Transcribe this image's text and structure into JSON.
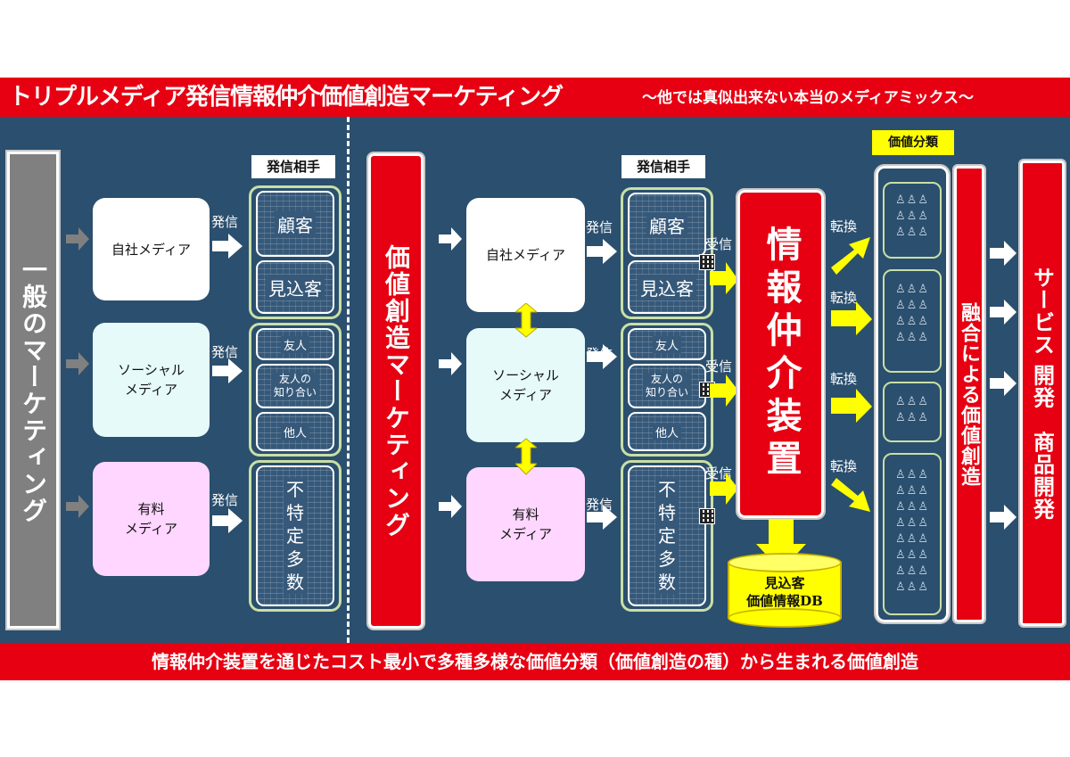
{
  "header": {
    "title": "トリプルメディア発信情報仲介価値創造マーケティング",
    "subtitle": "～他では真似出来ない本当のメディアミックス～"
  },
  "footer": {
    "text": "情報仲介装置を通じたコスト最小で多種多様な価値分類（価値創造の種）から生まれる価値創造"
  },
  "left": {
    "bar_label": "一般のマーケティング",
    "targets_header": "発信相手",
    "media": [
      {
        "label": "自社メディア"
      },
      {
        "label": "ソーシャル\nメディア"
      },
      {
        "label": "有料\nメディア"
      }
    ],
    "send_label": "発信",
    "targets": {
      "own": [
        "顧客",
        "見込客"
      ],
      "social": [
        "友人",
        "友人の\n知り合い",
        "他人"
      ],
      "paid": [
        "不\n特\n定\n多\n数"
      ]
    }
  },
  "right": {
    "bar_label": "価値創造マーケティング",
    "targets_header": "発信相手",
    "media": [
      {
        "label": "自社メディア"
      },
      {
        "label": "ソーシャル\nメディア"
      },
      {
        "label": "有料\nメディア"
      }
    ],
    "send_label": "発信",
    "receive_label": "受信",
    "convert_label": "転換",
    "targets": {
      "own": [
        "顧客",
        "見込客"
      ],
      "social": [
        "友人",
        "友人の\n知り合い",
        "他人"
      ],
      "paid": [
        "不\n特\n定\n多\n数"
      ]
    },
    "device_label": "情報仲介装置",
    "db_label": "見込客\n価値情報DB",
    "categories_header": "価値分類",
    "fusion_label": "融合による価値創造",
    "result_label": "サービス 開発　商品開発"
  },
  "colors": {
    "red": "#e60012",
    "panel": "#2b4f6e",
    "yellow": "#ffff00",
    "own_media": "#ffffff",
    "social_media": "#e6fafa",
    "paid_media": "#ffd6ff"
  }
}
